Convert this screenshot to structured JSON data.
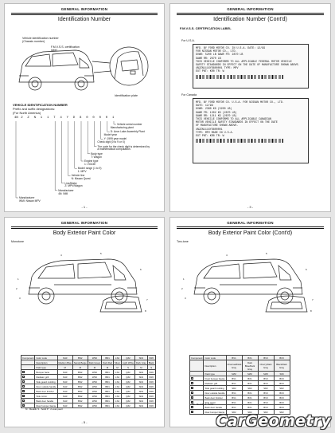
{
  "section_header": "GENERAL INFORMATION",
  "pages": {
    "p1": {
      "title": "Identification Number",
      "callouts": [
        "Vehicle identification number (Chassis number)",
        "F.M.V.S.S. certification label",
        "Identification plate"
      ],
      "vin_heading": "VEHICLE IDENTIFICATION NUMBER",
      "prefix_heading": "Prefix and suffix designations:",
      "prefix_sub": "(For North America)",
      "vin_chars": [
        "4N",
        "2",
        "Z",
        "N",
        "1",
        "1",
        "T",
        "4",
        "Y",
        "D",
        "8",
        "0",
        "0",
        "0",
        "0",
        "1"
      ],
      "vin_labels": [
        "Vehicle serial number",
        "Manufacturing plant",
        "D: Avon Lake Assembly Plant",
        "Model year",
        "Y: 1999 year model",
        "Check digit (0 to 9 or X)",
        "The code for the check digit is determined by",
        "a mathematical computation.",
        "Body type",
        "T: Wagon",
        "Engine type",
        "1: VG33E",
        "Model range (1 to 9)",
        "1: MPV",
        "Vehicle line",
        "N: Nissan Quest",
        "Line/Make",
        "Z: MPV/Wagon",
        "Manufacturer",
        "4N: NMI",
        "Manufacturer",
        "WMI: Nissan MPV"
      ],
      "page_number": "- 1 -"
    },
    "p2": {
      "title": "Identification Number (Cont'd)",
      "sub": "F.M.V.S.S. CERTIFICATION LABEL",
      "label1_heading": "For U.S.A.",
      "label1_lines": [
        "MFD. BY FORD MOTOR CO. IN U.S.A.          DATE: 12/99",
        "FOR NISSAN MOTOR CO., LTD.",
        "GVWR:  5200 LB       GAWR FR: 2870 LB",
        "GAWR RR: 2670 LB",
        "THIS VEHICLE CONFORMS TO ALL APPLICABLE FEDERAL MOTOR VEHICLE",
        "SAFETY STANDARDS IN EFFECT ON THE DATE OF MANUFACTURE SHOWN ABOVE.",
        "4N2ZN111XYD800001           TYPE: MPV",
        "EXT PNT:  KR0             TR: W"
      ],
      "label2_heading": "For Canada",
      "label2_lines": [
        "MFD. BY FORD MOTOR CO. U.S.A. FOR NISSAN MOTOR CO., LTD.",
        "DATE: 12/99",
        "GVWR:  2360 KG (5200 LB)",
        "GAWR FR: 1302 KG (2870 LB)",
        "GAWR RR: 1211 KG (2670 LB)",
        "THIS VEHICLE CONFORMS TO ALL APPLICABLE CANADIAN",
        "MOTOR VEHICLE SAFETY STANDARDS IN EFFECT ON THE DATE",
        "OF MANUFACTURE SHOWN ABOVE.",
        "4N2ZN111XYD800001",
        "TYPE: MPV          MADE IN U.S.A.",
        "EXT PNT:  KR0       TR: W"
      ],
      "page_number": "- 3 -"
    },
    "p3": {
      "title": "Body Exterior Paint Color",
      "variant": "Monotone",
      "table": {
        "header_row_1": [
          "Component",
          "Color code",
          "KH3",
          "BN2",
          "WS0",
          "BR1",
          "LS4",
          "QZ2",
          "SD2",
          "KR0"
        ],
        "header_row_2": [
          "",
          "Description",
          "Medium Blue",
          "Sandy Beige",
          "Dark Green",
          "Dark Red",
          "Silver",
          "Light White",
          "Dark Gray",
          "Black"
        ],
        "header_row_3": [
          "",
          "Paint type",
          "M",
          "M",
          "M",
          "M",
          "M",
          "S",
          "M",
          "S"
        ],
        "rows": [
          [
            "1",
            "Bumper facia",
            "KH3",
            "BN2",
            "WS0",
            "BR1",
            "LS4",
            "QZ2",
            "SD2",
            "KR0"
          ],
          [
            "2",
            "Radiator grill",
            "KH3",
            "BN2",
            "WS0",
            "BR1",
            "LS4",
            "QZ2",
            "SD2",
            "KR0"
          ],
          [
            "3",
            "Side guard molding",
            "KH3",
            "BN2",
            "WS0",
            "BR1",
            "LS4",
            "QZ2",
            "SD2",
            "KR0"
          ],
          [
            "4",
            "Door outside handle",
            "KH3",
            "BN2",
            "WS0",
            "BR1",
            "LS4",
            "QZ2",
            "SD2",
            "KR0"
          ],
          [
            "5",
            "Back door finisher",
            "KH3",
            "BN2",
            "WS0",
            "BR1",
            "LS4",
            "QZ2",
            "SD2",
            "KR0"
          ],
          [
            "6",
            "Side mirror",
            "KH3",
            "BN2",
            "WS0",
            "BR1",
            "LS4",
            "QZ2",
            "SD2",
            "KR0"
          ],
          [
            "7",
            "Back door handle",
            "KH3",
            "BN2",
            "WS0",
            "BR1",
            "LS4",
            "QZ2",
            "SD2",
            "KR0"
          ],
          [
            "8",
            "Rear bumper fascia",
            "KH3",
            "BN2",
            "WS0",
            "BR1",
            "LS4",
            "QZ2",
            "SD2",
            "KR0"
          ]
        ]
      },
      "legend": "M : Metallic   S : Solid   P : 2-coat pearl",
      "page_number": "- 5 -"
    },
    "p4": {
      "title": "Body Exterior Paint Color (Cont'd)",
      "variant": "Two-tone",
      "table": {
        "header_row_1": [
          "Component",
          "Color code",
          "BV1",
          "BX1",
          "BV3",
          "BX3"
        ],
        "header_row_2": [
          "",
          "Description",
          "Charcoal/Dark Gray",
          "Dark Blue/Dark Gray",
          "Cherry/Dark Gray",
          "Black/Dark Gray"
        ],
        "header_row_3": [
          "",
          "Paint type",
          "M/M",
          "M/M",
          "M/M",
          "S/M"
        ],
        "rows": [
          [
            "1",
            "Front bumper fascia",
            "BV1",
            "BX1",
            "BV3",
            "BX3"
          ],
          [
            "2",
            "Radiator grill",
            "BV1",
            "BX1",
            "BV3",
            "BX3"
          ],
          [
            "3",
            "Side guard molding",
            "SD2",
            "SD2",
            "SD2",
            "SD2"
          ],
          [
            "4",
            "Door outside handle",
            "BV1",
            "BX1",
            "BV3",
            "BX3"
          ],
          [
            "5",
            "Back door finisher",
            "BV1",
            "BX1",
            "BV3",
            "BX3"
          ],
          [
            "6",
            "Side mirror",
            "BV1",
            "BX1",
            "BV3",
            "BX3"
          ],
          [
            "7",
            "Back door handle",
            "BV1",
            "BX1",
            "BV3",
            "BX3"
          ],
          [
            "8",
            "Rear bumper fascia",
            "SD2",
            "SD2",
            "SD2",
            "SD2"
          ]
        ]
      },
      "legend": "M : Metallic   S : Solid",
      "page_number": "- 6 -"
    }
  },
  "watermark": "CarGeometry"
}
